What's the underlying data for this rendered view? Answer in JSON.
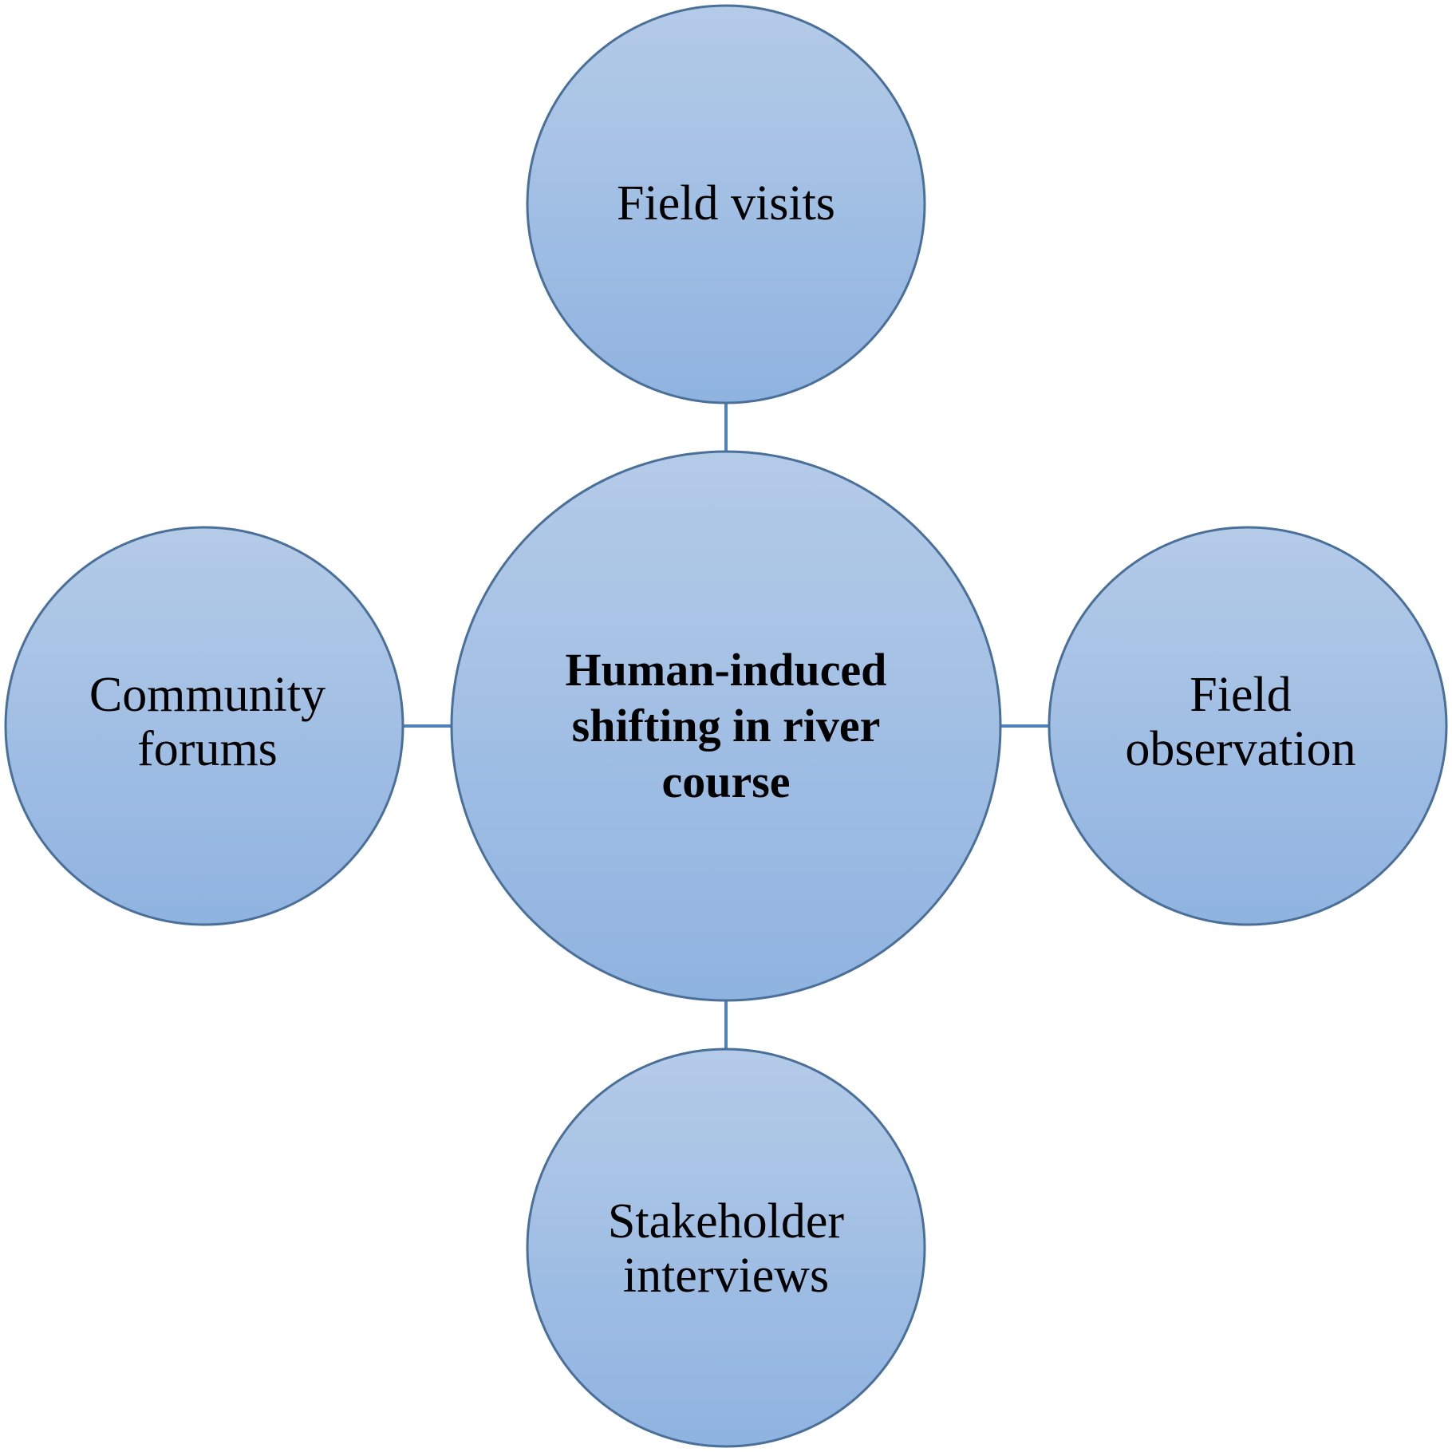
{
  "diagram": {
    "center": {
      "label": "Human-induced\nshifting in river\ncourse"
    },
    "top": {
      "label": "Field visits"
    },
    "left": {
      "label": "Community\nforums"
    },
    "right": {
      "label": "Field\nobservation"
    },
    "bottom": {
      "label": "Stakeholder\ninterviews"
    }
  },
  "colors": {
    "fill_top": "#b4cbe8",
    "fill_bottom": "#8fb3e0",
    "outline": "#4a6f98",
    "connector": "#4f81bd"
  }
}
